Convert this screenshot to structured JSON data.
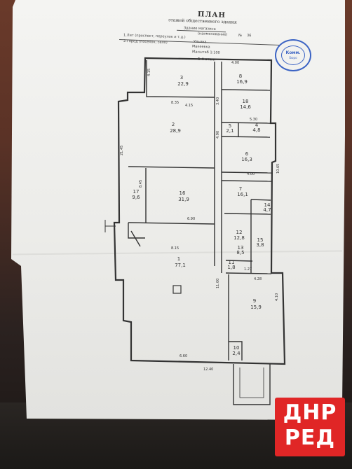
{
  "document": {
    "title": "ПЛАН",
    "subtitle": "этажей общественного здания",
    "lines": [
      "Здание магазина",
      "(наименование)",
      "1.Лит (проспект, переулок и т.д.)",
      "2.Город (поселок, село)",
      "Ульяна",
      "Макеевка"
    ],
    "house_label": "№",
    "house_no": "36",
    "scale": "Масштаб 1:100",
    "floor": "1-й этаж"
  },
  "stamp": {
    "line1": "Комм.",
    "line2": "Бюро"
  },
  "rooms": [
    {
      "num": "3",
      "area": "22,9"
    },
    {
      "num": "8",
      "area": "16,9"
    },
    {
      "num": "18",
      "area": "14,6"
    },
    {
      "num": "2",
      "area": "28,9"
    },
    {
      "num": "5",
      "area": "2,1"
    },
    {
      "num": "4",
      "area": "4,8"
    },
    {
      "num": "6",
      "area": "16,3"
    },
    {
      "num": "16",
      "area": "31,9"
    },
    {
      "num": "17",
      "area": "9,6"
    },
    {
      "num": "7",
      "area": "16,1"
    },
    {
      "num": "14",
      "area": "4,7"
    },
    {
      "num": "15",
      "area": "3,8"
    },
    {
      "num": "12",
      "area": "12,8"
    },
    {
      "num": "13",
      "area": "8,5"
    },
    {
      "num": "1",
      "area": "77,1"
    },
    {
      "num": "11",
      "area": "1,8"
    },
    {
      "num": "9",
      "area": "15,9"
    },
    {
      "num": "10",
      "area": "2,4"
    }
  ],
  "dims": [
    "4.15",
    "4.00",
    "8.35",
    "4.15",
    "3.40",
    "5.30",
    "4.90",
    "4.00",
    "6.90",
    "8.15",
    "4.28",
    "11.00",
    "6.60",
    "12.40",
    "4.10",
    "10.65",
    "21.45",
    "8.45",
    "1.27"
  ],
  "logo": {
    "top": "ДНР",
    "bottom": "РЕД"
  }
}
